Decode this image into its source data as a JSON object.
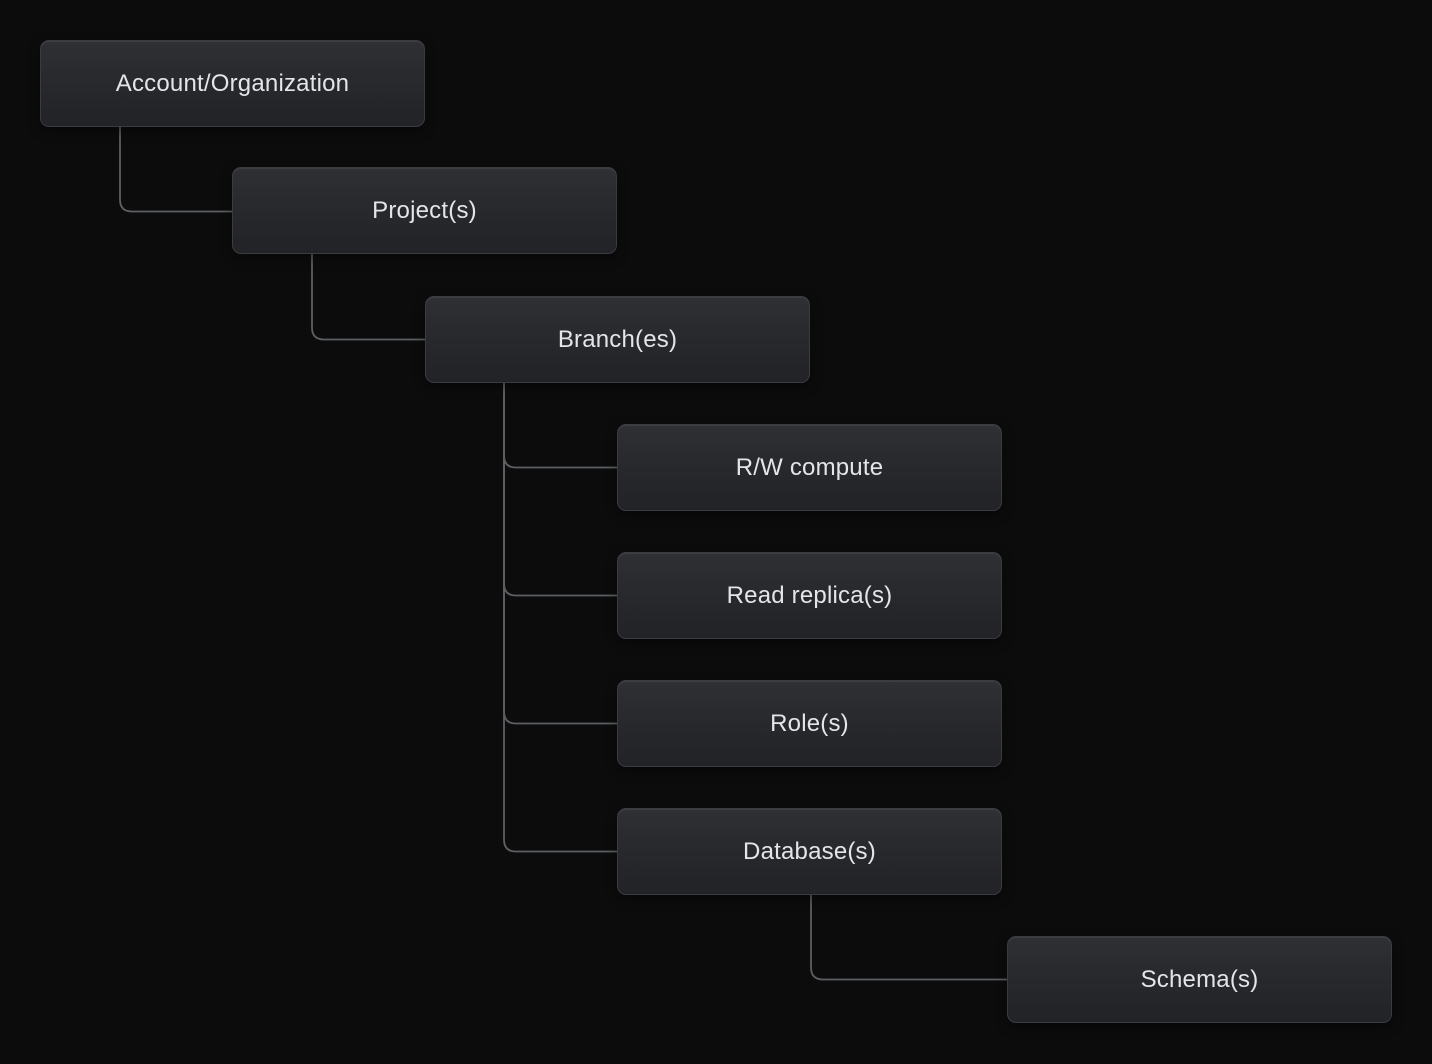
{
  "diagram": {
    "type": "hierarchy-tree",
    "colors": {
      "background": "#0c0c0d",
      "node_fill_top": "#2e3034",
      "node_fill_bottom": "#222327",
      "node_border": "#3a3c40",
      "connector": "#5c5f63",
      "text": "#e4e5e7"
    },
    "nodes": [
      {
        "id": "account-organization",
        "label": "Account/Organization",
        "level": 0,
        "parent": null
      },
      {
        "id": "projects",
        "label": "Project(s)",
        "level": 1,
        "parent": "account-organization"
      },
      {
        "id": "branches",
        "label": "Branch(es)",
        "level": 2,
        "parent": "projects"
      },
      {
        "id": "rw-compute",
        "label": "R/W compute",
        "level": 3,
        "parent": "branches"
      },
      {
        "id": "read-replicas",
        "label": "Read replica(s)",
        "level": 3,
        "parent": "branches"
      },
      {
        "id": "roles",
        "label": "Role(s)",
        "level": 3,
        "parent": "branches"
      },
      {
        "id": "databases",
        "label": "Database(s)",
        "level": 3,
        "parent": "branches"
      },
      {
        "id": "schemas",
        "label": "Schema(s)",
        "level": 4,
        "parent": "databases"
      }
    ],
    "edges": [
      [
        "account-organization",
        "projects"
      ],
      [
        "projects",
        "branches"
      ],
      [
        "branches",
        "rw-compute"
      ],
      [
        "branches",
        "read-replicas"
      ],
      [
        "branches",
        "roles"
      ],
      [
        "branches",
        "databases"
      ],
      [
        "databases",
        "schemas"
      ]
    ]
  }
}
